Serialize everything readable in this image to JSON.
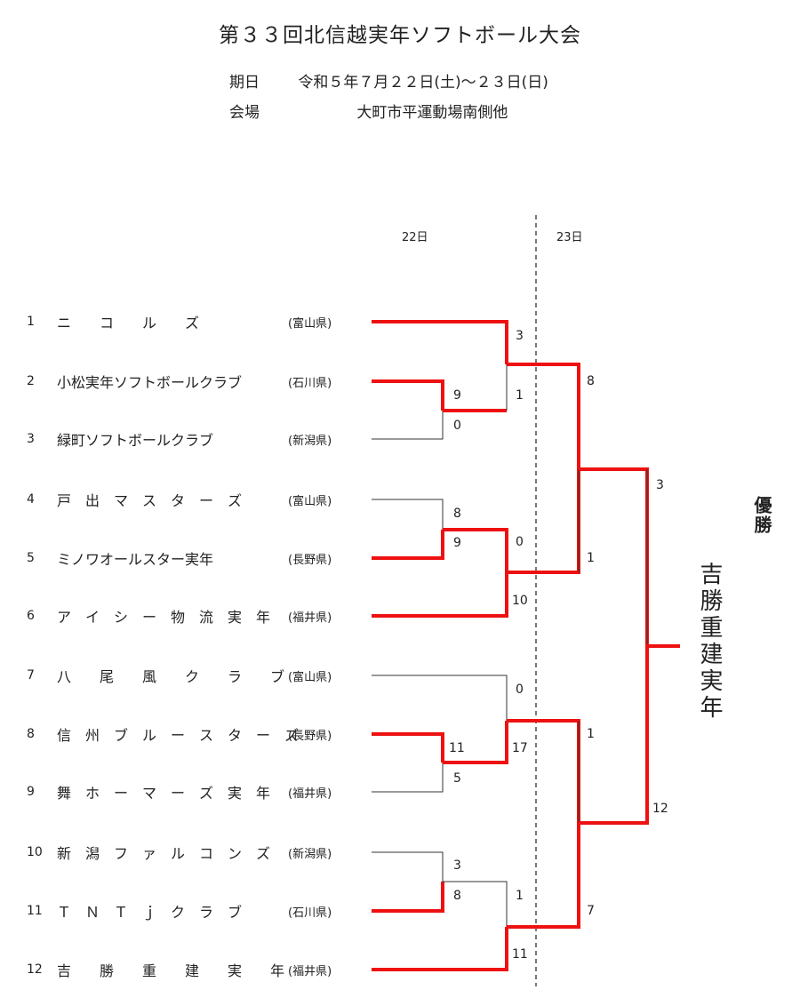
{
  "title": "第３３回北信越実年ソフトボール大会",
  "info": {
    "date_label": "期日",
    "date_value": "令和５年７月２２日(土)～２３日(日)",
    "venue_label": "会場",
    "venue_value": "大町市平運動場南側他"
  },
  "days": {
    "day1": "22日",
    "day2": "23日"
  },
  "teams": [
    {
      "seed": "1",
      "name": "ニ　　コ　　ル　　ズ",
      "pref": "(富山県)"
    },
    {
      "seed": "2",
      "name": "小松実年ソフトボールクラブ",
      "pref": "(石川県)"
    },
    {
      "seed": "3",
      "name": "緑町ソフトボールクラブ",
      "pref": "(新潟県)"
    },
    {
      "seed": "4",
      "name": "戸　出　マ　ス　タ　ー　ズ",
      "pref": "(富山県)"
    },
    {
      "seed": "5",
      "name": "ミノワオールスター実年",
      "pref": "(長野県)"
    },
    {
      "seed": "6",
      "name": "ア　イ　シ　ー　物　流　実　年",
      "pref": "(福井県)"
    },
    {
      "seed": "7",
      "name": "八　　尾　　風　　ク　　ラ　　ブ",
      "pref": "(富山県)"
    },
    {
      "seed": "8",
      "name": "信　州　ブ　ル　ー　ス　タ　ー　ズ",
      "pref": "(長野県)"
    },
    {
      "seed": "9",
      "name": "舞　ホ　ー　マ　ー　ズ　実　年",
      "pref": "(福井県)"
    },
    {
      "seed": "10",
      "name": "新　潟　フ　ァ　ル　コ　ン　ズ",
      "pref": "(新潟県)"
    },
    {
      "seed": "11",
      "name": "Ｔ　Ｎ　Ｔ　ｊ　ク　ラ　ブ",
      "pref": "(石川県)"
    },
    {
      "seed": "12",
      "name": "吉　　勝　　重　　建　　実　　年",
      "pref": "(福井県)"
    }
  ],
  "scores": {
    "r1_2v3_top": "9",
    "r1_2v3_bot": "0",
    "r1_4v5_top": "8",
    "r1_4v5_bot": "9",
    "r1_8v9_top": "11",
    "r1_8v9_bot": "5",
    "r1_10v11_top": "3",
    "r1_10v11_bot": "8",
    "r2_a_top": "3",
    "r2_a_bot": "1",
    "r2_b_top": "0",
    "r2_b_bot": "10",
    "r2_c_top": "0",
    "r2_c_bot": "17",
    "r2_d_top": "1",
    "r2_d_bot": "11",
    "sf_top_top": "8",
    "sf_top_bot": "1",
    "sf_bot_top": "1",
    "sf_bot_bot": "7",
    "final_top": "3",
    "final_bot": "12"
  },
  "winner_label": "優勝",
  "champion": "吉勝重建実年",
  "colors": {
    "winner_line": "#ee1111",
    "loser_line": "#333333"
  }
}
